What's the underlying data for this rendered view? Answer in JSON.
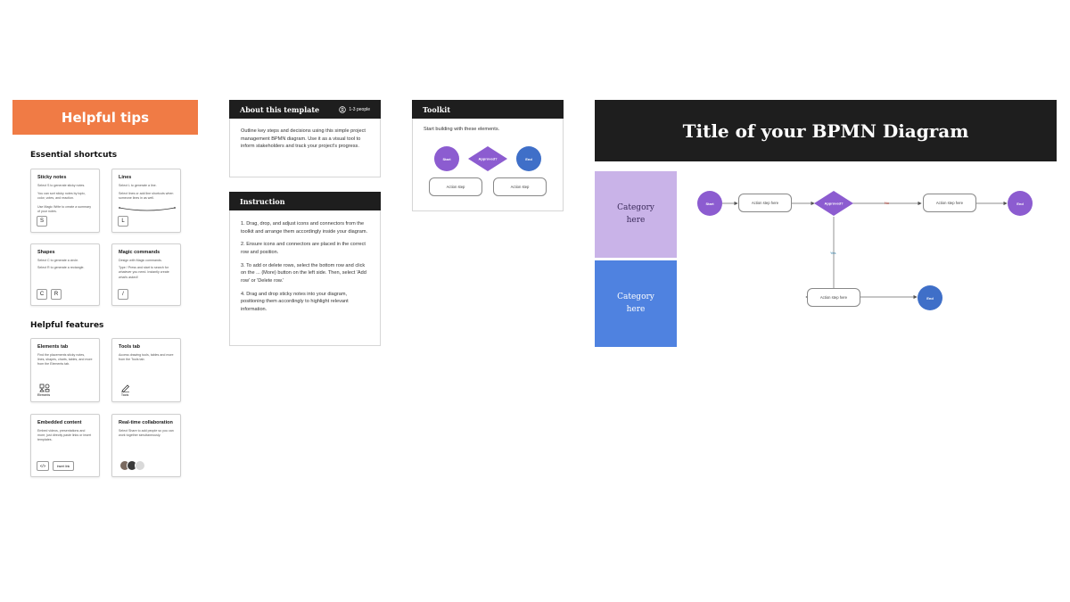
{
  "colors": {
    "orange": "#f07b45",
    "dark": "#1e1e1e",
    "purple": "#8c5cd0",
    "blue": "#3f6fc8",
    "category_purple": "#c9b3e8",
    "category_blue": "#4f82e0"
  },
  "tips": {
    "header": "Helpful tips",
    "shortcuts_title": "Essential shortcuts",
    "features_title": "Helpful features",
    "shortcut_cards": [
      {
        "title": "Sticky notes",
        "text": "Select S to generate sticky notes.",
        "text2": "You can sort sticky notes by topic, color, votes, and reaction.",
        "text3": "Use Magic Write to create a summary of your notes.",
        "keys": [
          "S"
        ]
      },
      {
        "title": "Lines",
        "text": "Select L to generate a line.",
        "text2": "Select lines or add line shortcuts when someone lines in as well.",
        "keys": [
          "L"
        ]
      },
      {
        "title": "Shapes",
        "text": "Select C to generate a circle.",
        "text2": "Select R to generate a rectangle.",
        "keys": [
          "C",
          "R"
        ]
      },
      {
        "title": "Magic commands",
        "text": "Design with Magic commands.",
        "text2": "Type / Press and start to search for whatever you need. Instantly create what's asked!",
        "keys": [
          "/"
        ]
      }
    ],
    "feature_cards": [
      {
        "title": "Elements tab",
        "text": "Find the placements sticky notes, lines, shapes, charts, tables, and more from the Elements tab.",
        "icon_label": "Elements"
      },
      {
        "title": "Tools tab",
        "text": "Access drawing tools, tables and more from the Tools tab.",
        "icon_label": "Tools"
      },
      {
        "title": "Embedded content",
        "text": "Embed videos, presentations and more, just directly paste links or insert templates.",
        "button": "Insert link"
      },
      {
        "title": "Real-time collaboration",
        "text": "Select Share to add people so you can work together simultaneously."
      }
    ]
  },
  "about": {
    "title": "About this template",
    "people": "1-3 people",
    "text": "Outline key steps and decisions using this simple project management BPMN diagram. Use it as a visual tool to inform stakeholders and track your project's progress."
  },
  "instruction": {
    "title": "Instruction",
    "steps": [
      "1. Drag, drop, and adjust icons and connectors from the toolkit and arrange them accordingly inside your diagram.",
      "2. Ensure icons and connectors are placed in the correct row and position.",
      "3. To add or delete rows, select the bottom row and click on the ... (More) button on the left side. Then, select 'Add row' or 'Delete row.'",
      "4. Drag and drop sticky notes into your diagram, positioning them accordingly to highlight relevant information."
    ]
  },
  "toolkit": {
    "title": "Toolkit",
    "text": "Start building with these elements.",
    "start": "Start",
    "decision": "Approved?",
    "end": "End",
    "action1": "Action step",
    "action2": "Action step"
  },
  "diagram": {
    "title": "Title of your BPMN Diagram",
    "category1": "Category\nhere",
    "category2": "Category\nhere",
    "start": "Start",
    "action1": "Action step here",
    "decision": "Approved?",
    "no_label": "No",
    "yes_label": "Yes",
    "action2": "Action step here",
    "end1": "End",
    "action3": "Action step here",
    "end2": "End"
  }
}
